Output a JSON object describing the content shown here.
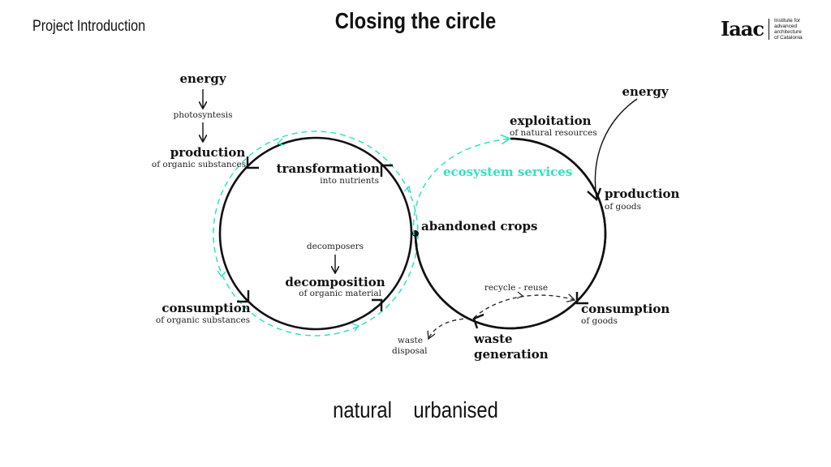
{
  "header": {
    "section": "Project Introduction",
    "title": "Closing the circle",
    "logo": {
      "mark": "Iaac",
      "text_lines": [
        "Institute for",
        "advanced",
        "architecture",
        "of Catalonia"
      ]
    }
  },
  "colors": {
    "ink": "#111111",
    "accent": "#2fe3c0"
  },
  "diagram": {
    "natural_cycle": {
      "energy": "energy",
      "photosynthesis": "photosyntesis",
      "production": {
        "title": "production",
        "sub": "of organic substances"
      },
      "transformation": {
        "title": "transformation",
        "sub": "into nutrients"
      },
      "decomposers": "decomposers",
      "decomposition": {
        "title": "decomposition",
        "sub": "of organic material"
      },
      "consumption": {
        "title": "consumption",
        "sub": "of organic substances"
      }
    },
    "link": {
      "abandoned_crops": "abandoned crops",
      "ecosystem_services": "ecosystem services"
    },
    "urban_cycle": {
      "energy": "energy",
      "exploitation": {
        "title": "exploitation",
        "sub": "of natural resources"
      },
      "production": {
        "title": "production",
        "sub": "of goods"
      },
      "consumption": {
        "title": "consumption",
        "sub": "of goods"
      },
      "recycle": "recycle - reuse",
      "waste_generation": {
        "line1": "waste",
        "line2": "generation"
      },
      "waste_disposal": {
        "line1": "waste",
        "line2": "disposal"
      }
    }
  },
  "footer": {
    "left": "natural",
    "right": "urbanised"
  }
}
